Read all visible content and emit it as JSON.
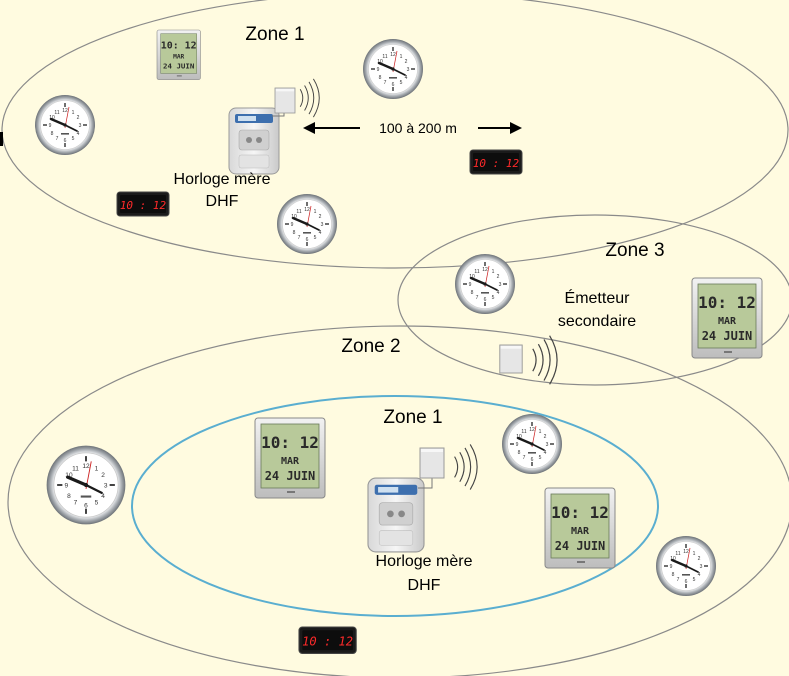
{
  "zones": {
    "top_zone1": "Zone 1",
    "zone2": "Zone 2",
    "zone3": "Zone 3",
    "inner_zone1": "Zone 1"
  },
  "labels": {
    "master_clock_line1": "Horloge mère",
    "master_clock_line2": "DHF",
    "distance": "100 à 200 m",
    "secondary_emitter_line1": "Émetteur",
    "secondary_emitter_line2": "secondaire"
  },
  "displays": {
    "lcd_time": "10: 12",
    "lcd_day": "MAR",
    "lcd_date": "24 JUIN",
    "led_time": "10 : 12"
  },
  "colors": {
    "background": "#fffbe0",
    "inner_zone_outline": "#5aaed0",
    "outer_zone_outline": "#888888",
    "lcd_screen": "#b8c99a",
    "led_digits": "#ff2a2a"
  },
  "icons": [
    "analog-clock-icon",
    "lcd-clock-icon",
    "led-clock-icon",
    "master-clock-icon",
    "antenna-icon",
    "radio-waves-icon",
    "secondary-emitter-icon"
  ]
}
